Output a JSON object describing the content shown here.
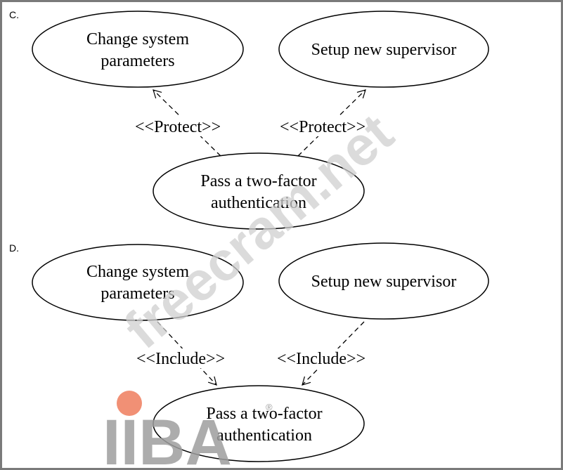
{
  "options": [
    {
      "label": "C.",
      "use_cases": {
        "left": [
          "Change system",
          "parameters"
        ],
        "right": [
          "Setup new supervisor"
        ],
        "bottom": [
          "Pass a two-factor",
          "authentication"
        ]
      },
      "stereotype": "<<Protect>>"
    },
    {
      "label": "D.",
      "use_cases": {
        "left": [
          "Change system",
          "parameters"
        ],
        "right": [
          "Setup new supervisor"
        ],
        "bottom": [
          "Pass a two-factor",
          "authentication"
        ]
      },
      "stereotype": "<<Include>>"
    }
  ],
  "watermark": "freecram.net",
  "logo": {
    "text": "IIBA",
    "registered": "®",
    "dot_color": "#f08a6e",
    "letter_color": "#9e9e9e"
  },
  "colors": {
    "frame": "#7a7a7a",
    "background": "#ffffff",
    "ink": "#000000"
  }
}
